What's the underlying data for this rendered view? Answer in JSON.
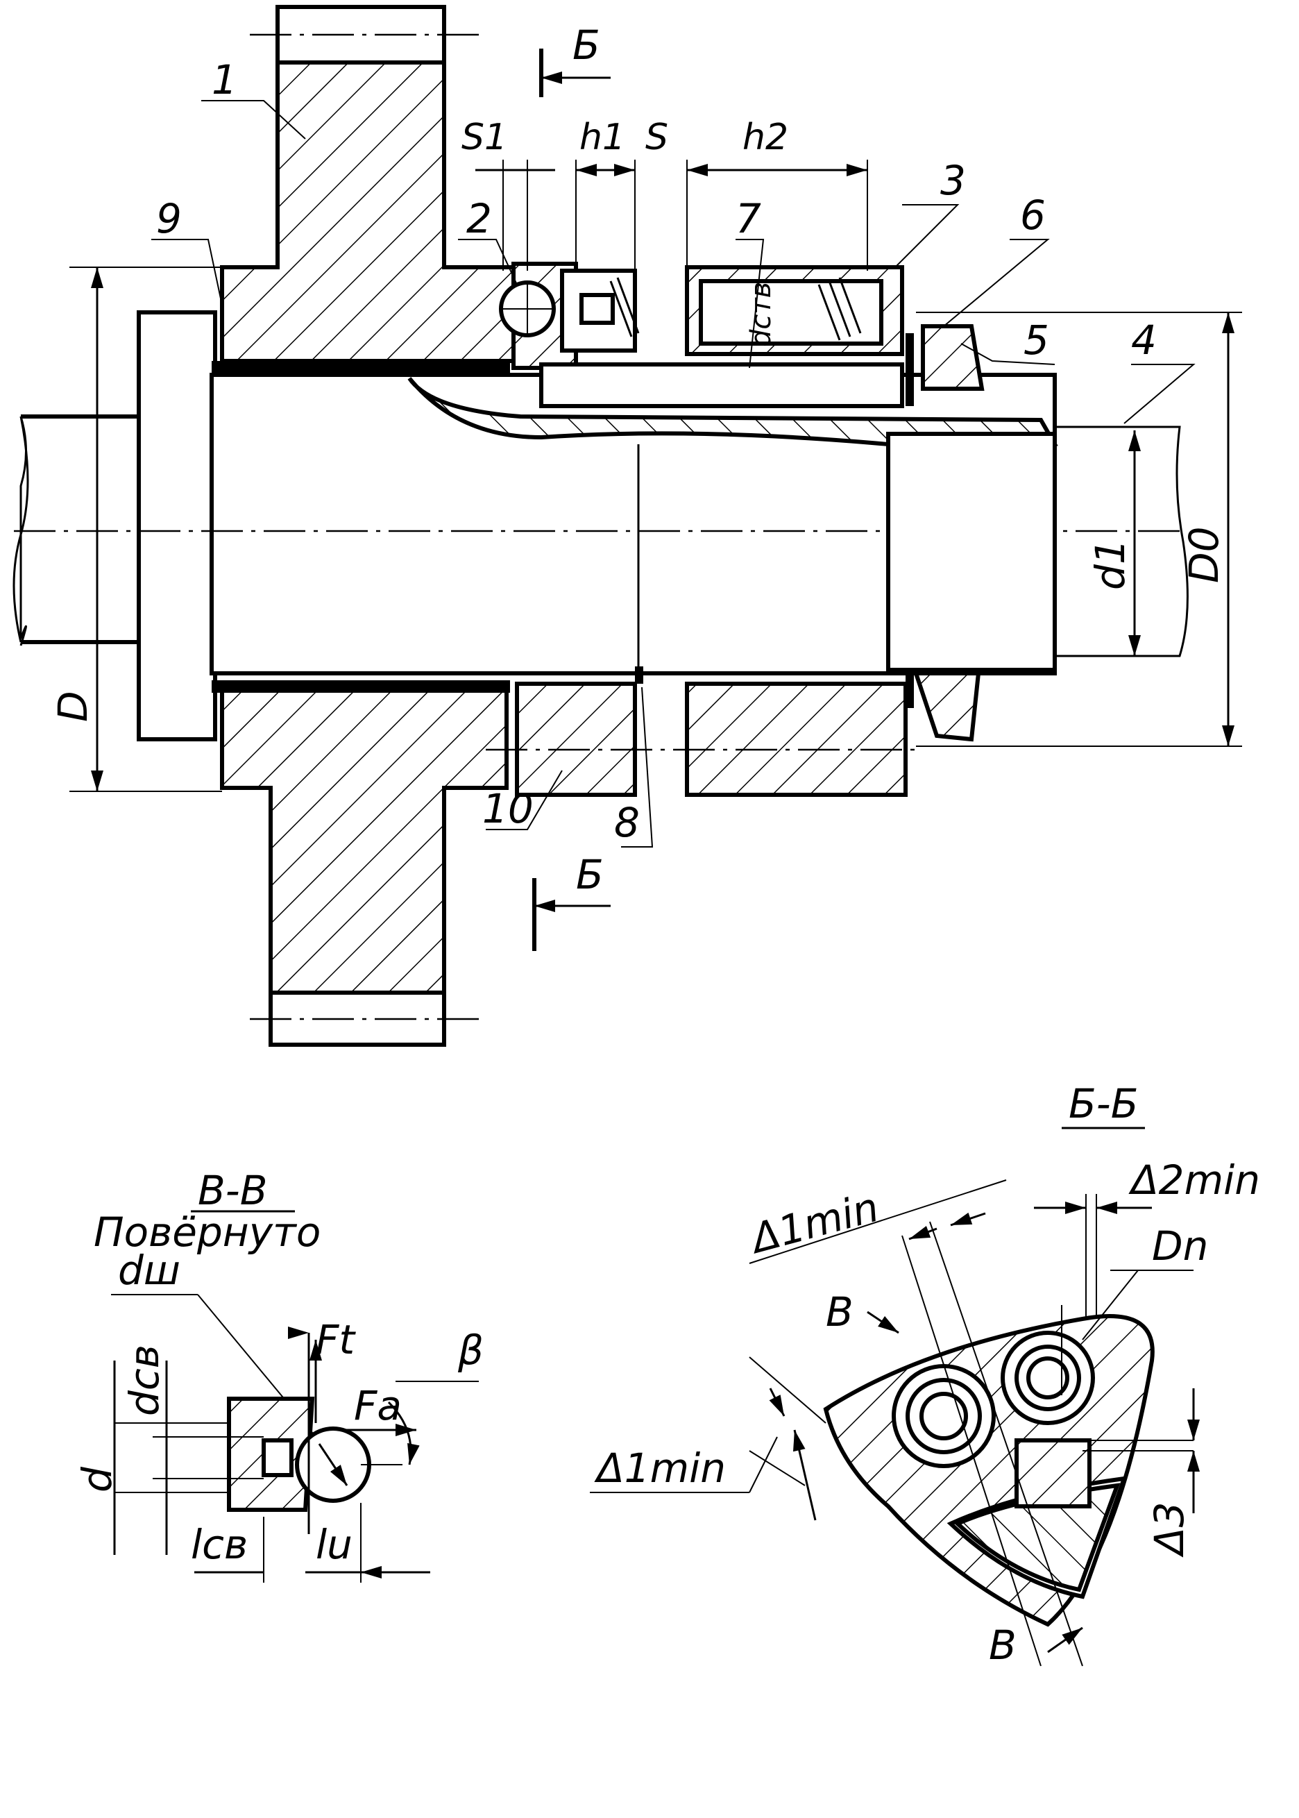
{
  "labels": {
    "part_1": "1",
    "part_2": "2",
    "part_3": "3",
    "part_4": "4",
    "part_5": "5",
    "part_6": "6",
    "part_7": "7",
    "part_8": "8",
    "part_9": "9",
    "part_10": "10",
    "section_mark_top": "Б",
    "section_mark_bottom": "Б",
    "dim_S1": "S1",
    "dim_h1": "h1",
    "dim_S": "S",
    "dim_h2": "h2",
    "dim_dctb": "dств",
    "dim_D": "D",
    "dim_d1": "d1",
    "dim_D0": "D0"
  },
  "section_vv": {
    "title": "В-В",
    "subtitle": "Повёрнуто",
    "dim_dsh": "dш",
    "dim_dcv": "dсв",
    "dim_d": "d",
    "force_ft": "Ft",
    "force_fa": "Fa",
    "angle_beta": "β",
    "dim_lcv": "lсв",
    "dim_lu": "lu"
  },
  "section_bb": {
    "title": "Б-Б",
    "dim_delta2min": "Δ2min",
    "dim_delta1min_top": "Δ1min",
    "dim_Dn": "Dn",
    "mark_v_top": "В",
    "mark_v_bottom": "В",
    "dim_delta1min_bottom": "Δ1min",
    "dim_delta3": "Δ3"
  }
}
